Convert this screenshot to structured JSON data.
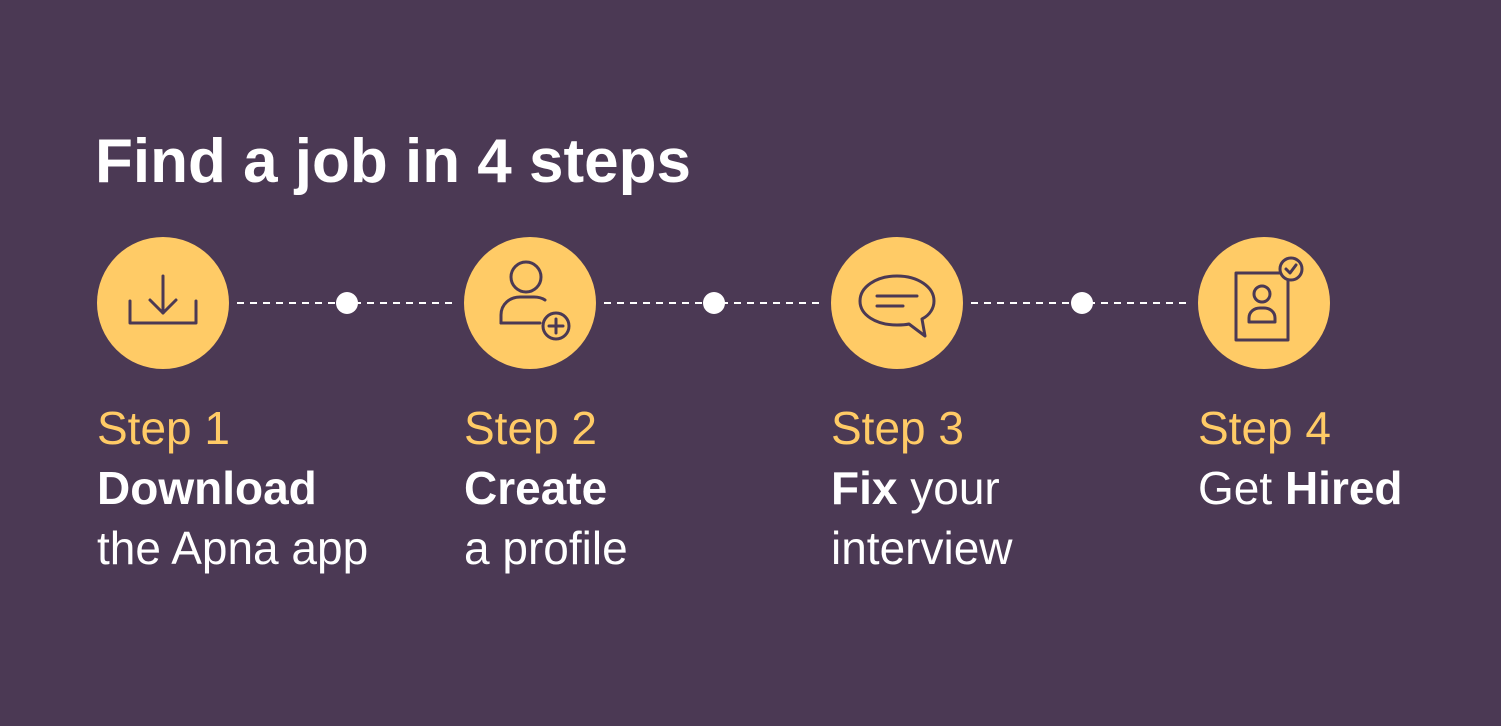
{
  "colors": {
    "background": "#4b3954",
    "accent": "#ffcb66",
    "text": "#ffffff",
    "icon_stroke": "#4b3954",
    "connector": "#ffffff"
  },
  "title": "Find a job in 4 steps",
  "steps": [
    {
      "label": "Step 1",
      "icon": "download-icon",
      "line1_bold": "Download",
      "line1_regular": "",
      "line2": "the Apna app"
    },
    {
      "label": "Step 2",
      "icon": "add-user-icon",
      "line1_bold": "Create",
      "line1_regular": "",
      "line2": "a profile"
    },
    {
      "label": "Step 3",
      "icon": "chat-bubble-icon",
      "line1_bold": "Fix",
      "line1_regular": " your",
      "line2": "interview"
    },
    {
      "label": "Step 4",
      "icon": "hired-profile-icon",
      "line1_regular_prefix": "Get ",
      "line1_bold": "Hired",
      "line2": ""
    }
  ]
}
